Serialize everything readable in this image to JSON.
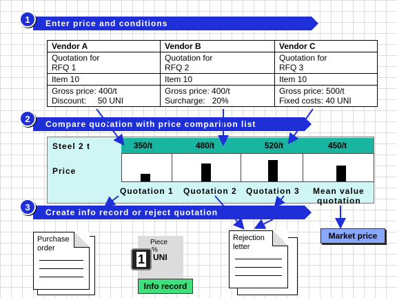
{
  "steps": [
    {
      "number": "1",
      "label": "Enter price and conditions"
    },
    {
      "number": "2",
      "label": "Compare quotation with price comparison list"
    },
    {
      "number": "3",
      "label": "Create info record or reject quotation"
    }
  ],
  "vendors": [
    {
      "name": "Vendor A",
      "quote1": "Quotation for",
      "quote2": "RFQ 1",
      "item": "Item 10",
      "price_line": "Gross price: 400/t",
      "cond_line": "Discount:     50 UNI"
    },
    {
      "name": "Vendor B",
      "quote1": "Quotation for",
      "quote2": "RFQ 2",
      "item": "Item 10",
      "price_line": "Gross price: 400/t",
      "cond_line": "Surcharge:   20%"
    },
    {
      "name": "Vendor C",
      "quote1": "Quotation for",
      "quote2": "RFQ 3",
      "item": "Item 10",
      "price_line": "Gross price: 500/t",
      "cond_line": "Fixed costs: 40 UNI"
    }
  ],
  "comparison": {
    "material": "Steel 2 t",
    "row_label": "Price",
    "prices": [
      "350/t",
      "480/t",
      "520/t",
      "450/t"
    ],
    "bar_values": [
      350,
      480,
      520,
      450
    ],
    "quotations": [
      "Quotation 1",
      "Quotation 2",
      "Quotation 3"
    ],
    "mean_label_1": "Mean value",
    "mean_label_2": "quotation"
  },
  "market_price": "Market price",
  "documents": {
    "purchase_order_1": "Purchase",
    "purchase_order_2": "order",
    "info_record_piece": "Piece",
    "info_record_pct": "%",
    "info_record_uni": "UNI",
    "info_record_num": "1",
    "info_record_label": "Info record",
    "rejection_1": "Rejection",
    "rejection_2": "letter"
  },
  "colors": {
    "step_blue": "#1f2fd8",
    "teal": "#18b5a0",
    "cyan_bg": "#cff5f5",
    "green": "#3de07a",
    "market_blue": "#8aa8ff"
  }
}
